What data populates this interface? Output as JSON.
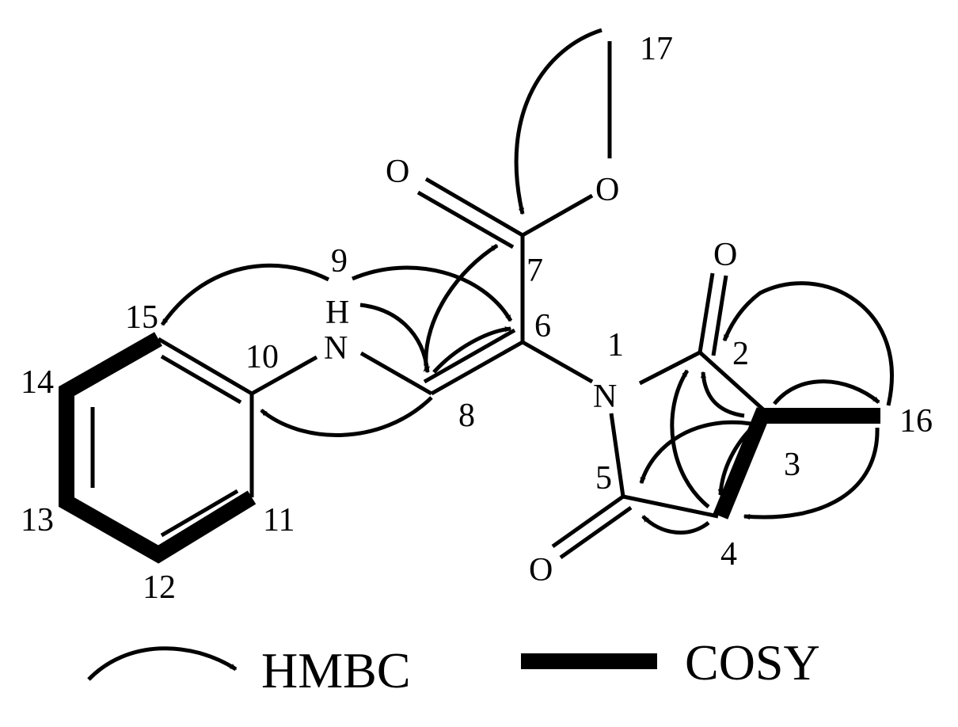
{
  "atoms": {
    "O_ketone": "O",
    "O_ester": "O",
    "O_c2": "O",
    "O_c5": "O",
    "N_amine": "N",
    "H_amine": "H",
    "N_imide": "N"
  },
  "numbers": {
    "n1": "1",
    "n2": "2",
    "n3": "3",
    "n4": "4",
    "n5": "5",
    "n6": "6",
    "n7": "7",
    "n8": "8",
    "n9": "9",
    "n10": "10",
    "n11": "11",
    "n12": "12",
    "n13": "13",
    "n14": "14",
    "n15": "15",
    "n16": "16",
    "n17": "17"
  },
  "legend": {
    "hmbc_label": "HMBC",
    "cosy_label": "COSY"
  },
  "colors": {
    "ink": "#000000",
    "background": "#ffffff"
  }
}
